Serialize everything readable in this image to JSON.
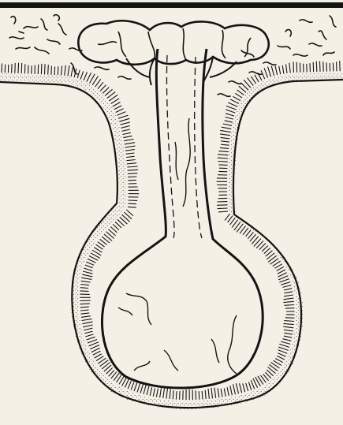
{
  "figure": {
    "style": "black ink line illustration on off-white paper",
    "colors": {
      "ink": "#141414",
      "paper": "#f4f0e6",
      "stipple": "#3a3a3a"
    },
    "parts": [
      "top-border-bar",
      "surface-debris-squiggles",
      "hatched-lining",
      "stippled-layer",
      "outer-wall",
      "inner-wall",
      "neck-channel",
      "top-lobed-mass",
      "bulb-chamber",
      "internal-fissures"
    ]
  }
}
